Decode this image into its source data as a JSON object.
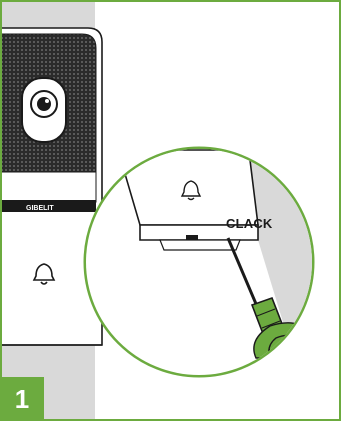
{
  "step": {
    "number": "1"
  },
  "callout": {
    "text": "CLACK"
  },
  "colors": {
    "accent": "#6cab3f",
    "wall": "#d9d9d9",
    "lens_bg": "#ffffff",
    "device_body": "#ffffff",
    "outline": "#1a1a1a"
  },
  "icons": [
    "doorbell-device",
    "bell-icon",
    "camera-lens-icon",
    "screwdriver-icon",
    "rotate-arrow-icon"
  ]
}
